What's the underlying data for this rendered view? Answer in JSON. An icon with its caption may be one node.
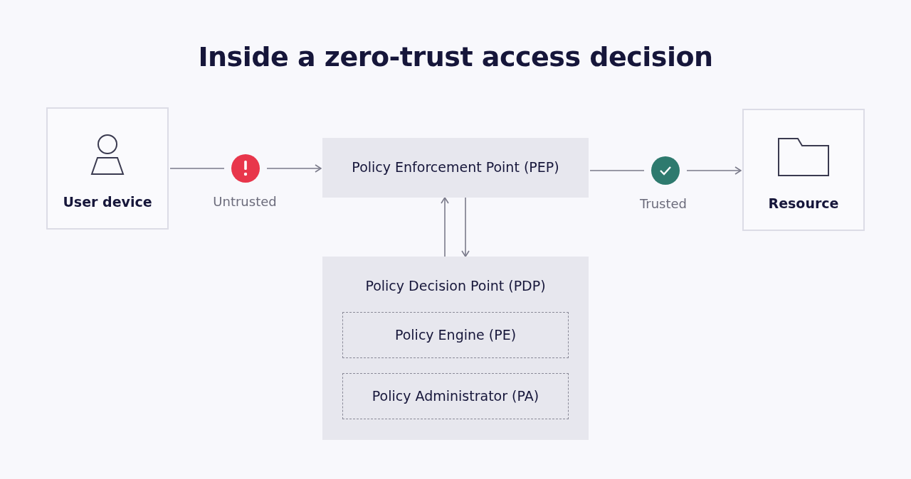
{
  "diagram": {
    "title": "Inside a zero-trust access decision",
    "nodes": [
      {
        "text": [
          "User device"
        ]
      },
      {
        "text": [
          "Policy Enforcement Point (PEP)"
        ]
      },
      {
        "text": [
          "Resource"
        ]
      },
      {
        "text": [
          "Policy Decision Point (PDP)"
        ]
      },
      {
        "text": [
          "Policy Engine (PE)"
        ],
        "in": 3
      },
      {
        "text": [
          "Policy Administrator (PA)"
        ],
        "in": 3
      }
    ],
    "edges": [
      {
        "from": 0,
        "to": 1,
        "arrow": "to",
        "label": "Untrusted"
      },
      {
        "from": 1,
        "to": 2,
        "arrow": "to",
        "label": "Trusted"
      },
      {
        "from": 3,
        "to": 1,
        "arrow": "to"
      },
      {
        "from": 1,
        "to": 3,
        "arrow": "to"
      }
    ]
  }
}
